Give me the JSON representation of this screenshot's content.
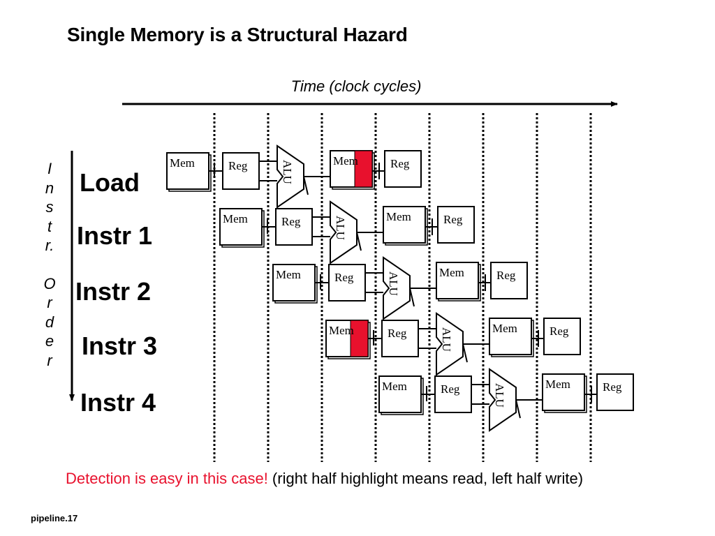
{
  "title": "Single Memory is a Structural Hazard",
  "time_axis": {
    "label": "Time (clock cycles)"
  },
  "order_axis": {
    "letters_top": [
      "I",
      "n",
      "s",
      "t",
      "r."
    ],
    "letters_bottom": [
      "O",
      "r",
      "d",
      "e",
      "r"
    ]
  },
  "rows": [
    {
      "label": "Load"
    },
    {
      "label": "Instr 1"
    },
    {
      "label": "Instr 2"
    },
    {
      "label": "Instr 3"
    },
    {
      "label": "Instr 4"
    }
  ],
  "stage_labels": {
    "mem": "Mem",
    "reg": "Reg",
    "alu": "ALU"
  },
  "hazard": {
    "color": "#e8112d",
    "conflict_rows": [
      0,
      3
    ],
    "conflict_stage": {
      "row0": "data-memory",
      "row3": "instruction-memory"
    }
  },
  "footer": {
    "highlight": "Detection is easy in this case!",
    "rest": " (right half highlight means read, left half write)"
  },
  "slide_id": "pipeline.17"
}
